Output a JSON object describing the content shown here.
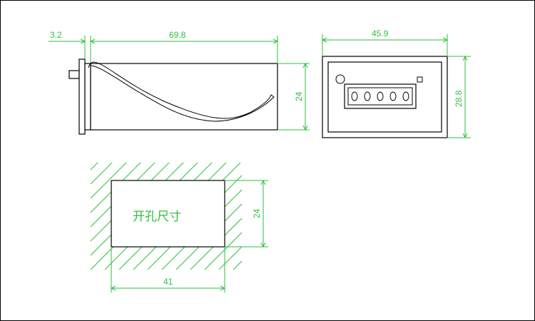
{
  "dimensions": {
    "side_flange": "3.2",
    "side_length": "69.8",
    "side_height": "24",
    "front_width": "45.9",
    "front_height": "28.8",
    "cutout_height": "24",
    "cutout_width": "41"
  },
  "cutout_label": "开孔尺寸",
  "counter_digits": 5,
  "colors": {
    "dimension": "#2fbf3f",
    "outline": "#000000"
  }
}
